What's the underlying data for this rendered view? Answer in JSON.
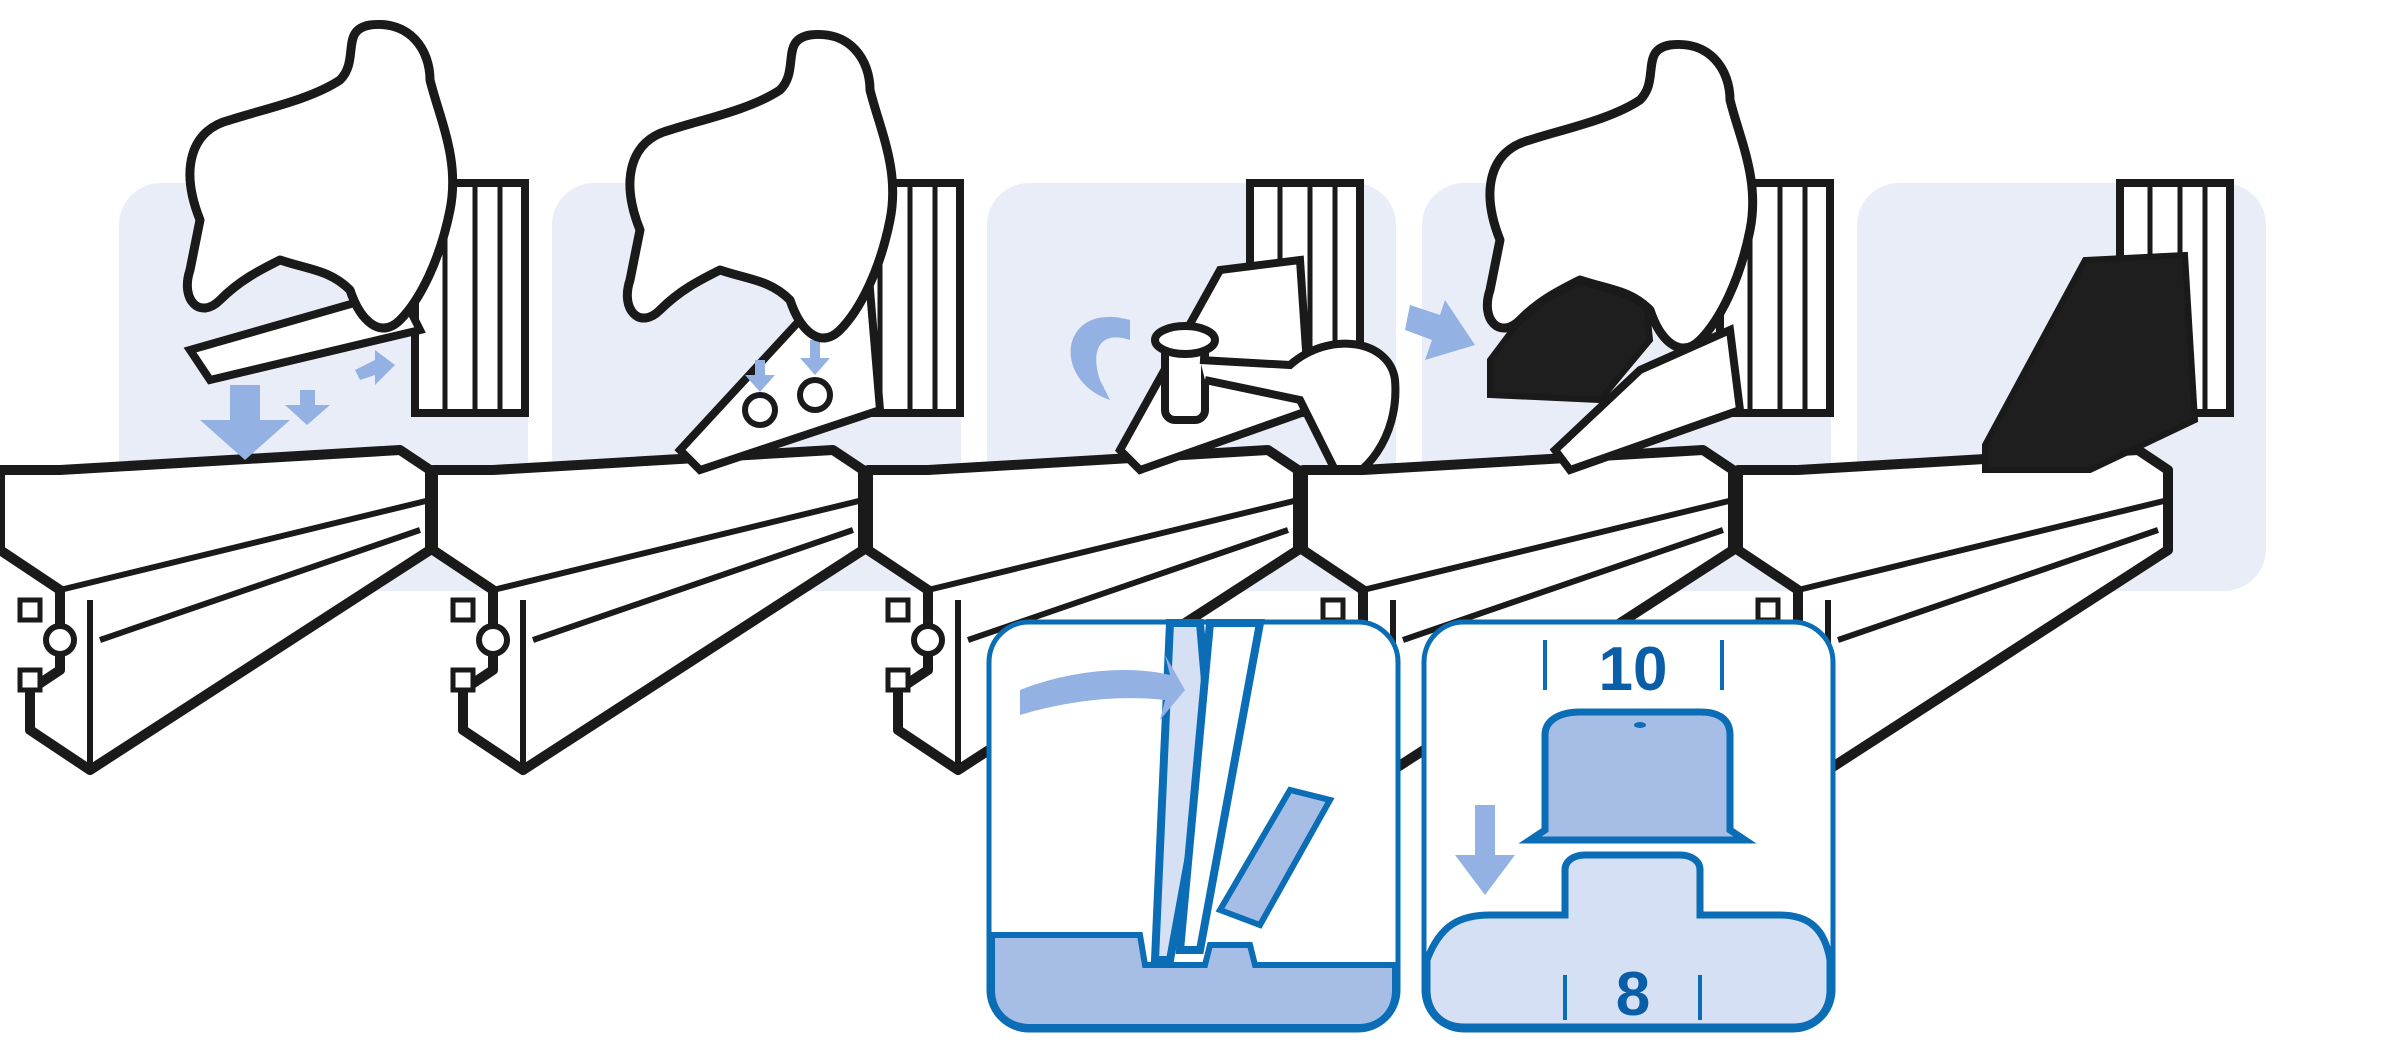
{
  "colors": {
    "panel_bg": "#e9edf8",
    "outline": "#1a1a1a",
    "arrow": "#93b1e3",
    "detail_border": "#0a6db5",
    "detail_fill": "#a6bde6",
    "cover_black": "#1e1e1e",
    "dimension_text": "#0a5ea8"
  },
  "steps": [
    {
      "name": "insert-bracket-with-t-nuts"
    },
    {
      "name": "place-bracket-on-profile"
    },
    {
      "name": "tighten-screws-with-wrench"
    },
    {
      "name": "attach-cover-cap"
    },
    {
      "name": "finished-assembly"
    }
  ],
  "details": {
    "cut_tab": {
      "name": "break-off-tab-detail"
    },
    "slot_size": {
      "top_dimension": "10",
      "bottom_dimension": "8"
    }
  }
}
